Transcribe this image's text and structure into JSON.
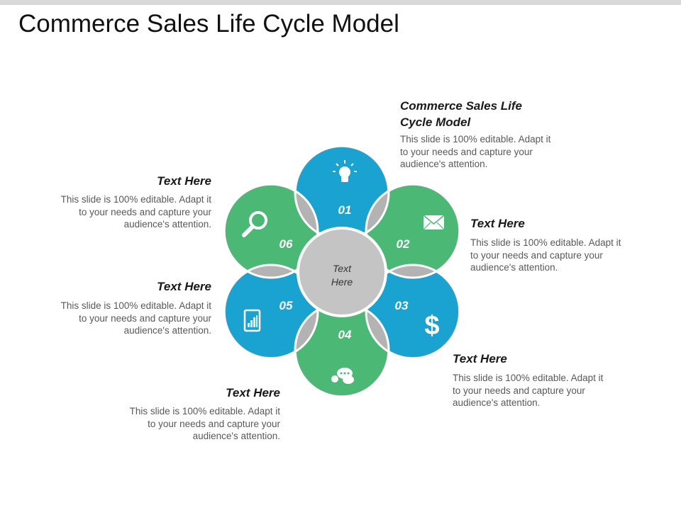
{
  "title": "Commerce Sales Life Cycle Model",
  "colors": {
    "blue": "#1aa3d1",
    "green": "#4cb876",
    "gray": "#b3b3b3",
    "center": "#c4c4c4"
  },
  "center": {
    "line1": "Text",
    "line2": "Here"
  },
  "petals": [
    {
      "num": "01",
      "color": "blue",
      "icon": "lightbulb-icon"
    },
    {
      "num": "02",
      "color": "green",
      "icon": "envelope-icon"
    },
    {
      "num": "03",
      "color": "blue",
      "icon": "dollar-icon"
    },
    {
      "num": "04",
      "color": "green",
      "icon": "chat-icon"
    },
    {
      "num": "05",
      "color": "blue",
      "icon": "tablet-chart-icon"
    },
    {
      "num": "06",
      "color": "green",
      "icon": "magnifier-icon"
    }
  ],
  "captions": [
    {
      "heading": "Commerce Sales Life Cycle Model",
      "body": "This slide is 100% editable. Adapt it to your needs and capture your audience's attention."
    },
    {
      "heading": "Text Here",
      "body": "This slide is 100% editable. Adapt it to your needs and capture your audience's attention."
    },
    {
      "heading": "Text Here",
      "body": "This slide is 100% editable. Adapt it to your needs and capture your audience's attention."
    },
    {
      "heading": "Text Here",
      "body": "This slide is 100% editable. Adapt it to your needs and capture your audience's attention."
    },
    {
      "heading": "Text Here",
      "body": "This slide is 100% editable. Adapt it to your needs and capture your audience's attention."
    },
    {
      "heading": "Text Here",
      "body": "This slide is 100% editable. Adapt it to your needs and capture your audience's attention."
    }
  ]
}
